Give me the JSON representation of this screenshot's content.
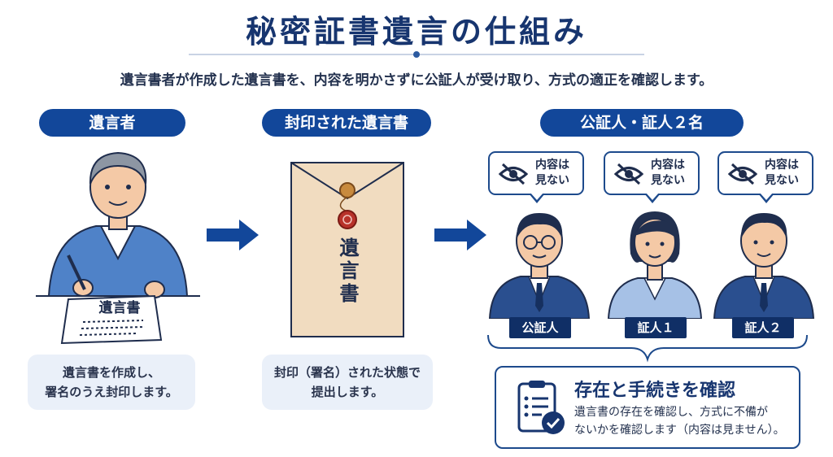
{
  "title": "秘密証書遺言の仕組み",
  "subtitle": "遺言書者が作成した遺言書を、内容を明かさずに公証人が受け取り、方式の適正を確認します。",
  "sections": {
    "testator": {
      "label": "遺言者",
      "paper_text": "遺言書",
      "description_lines": [
        "遺言書を作成し、",
        "署名のうえ封印します。"
      ]
    },
    "sealed": {
      "label": "封印された遺言書",
      "envelope_text": "遺言書",
      "description_lines": [
        "封印（署名）された状態で",
        "提出します。"
      ]
    },
    "notary": {
      "label": "公証人・証人２名",
      "bubble_lines": [
        "内容は",
        "見ない"
      ],
      "roles": [
        "公証人",
        "証人１",
        "証人２"
      ]
    }
  },
  "confirmation": {
    "title": "存在と手続きを確認",
    "body_lines": [
      "遺言書の存在を確認し、方式に不備が",
      "ないかを確認します（内容は見ません）。"
    ]
  },
  "colors": {
    "navy": "#12479a",
    "dark_navy": "#102f66",
    "light_panel": "#eaf0f9",
    "envelope": "#f1dcc0",
    "seal_red": "#b8322a"
  }
}
